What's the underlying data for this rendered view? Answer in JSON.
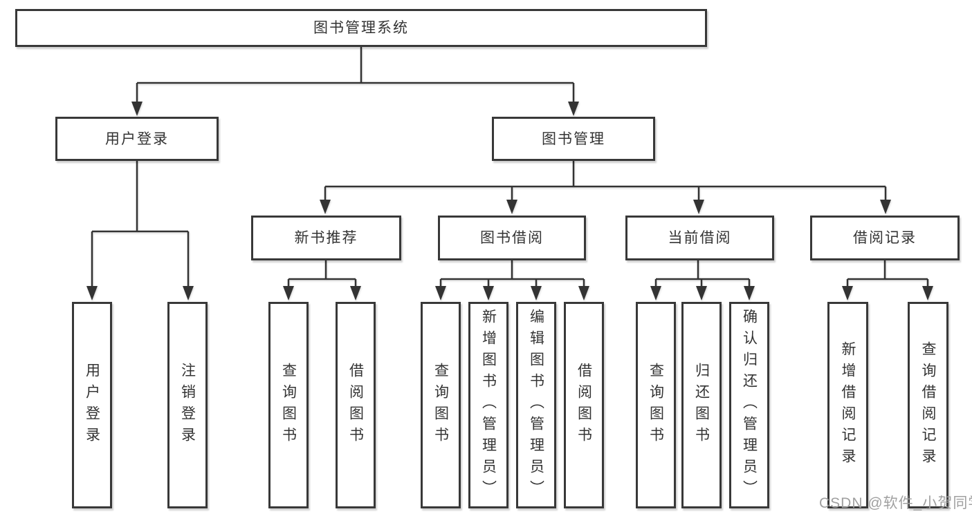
{
  "diagram": {
    "root": {
      "label": "图书管理系统"
    },
    "level2": [
      {
        "label": "用户登录"
      },
      {
        "label": "图书管理"
      }
    ],
    "level3": [
      {
        "label": "新书推荐"
      },
      {
        "label": "图书借阅"
      },
      {
        "label": "当前借阅"
      },
      {
        "label": "借阅记录"
      }
    ],
    "leaves": [
      {
        "label": "用户登录"
      },
      {
        "label": "注销登录"
      },
      {
        "label": "查询图书"
      },
      {
        "label": "借阅图书"
      },
      {
        "label": "查询图书"
      },
      {
        "label": "新增图书（管理员）"
      },
      {
        "label": "编辑图书（管理员）"
      },
      {
        "label": "借阅图书"
      },
      {
        "label": "查询图书"
      },
      {
        "label": "归还图书"
      },
      {
        "label": "确认归还（管理员）"
      },
      {
        "label": "新增借阅记录"
      },
      {
        "label": "查询借阅记录"
      }
    ]
  },
  "watermark": "CSDN @软件_小贺同学",
  "colors": {
    "line": "#333333",
    "box_border": "#383838",
    "text": "#333333",
    "watermark": "#a0a0a0",
    "background": "#ffffff"
  }
}
